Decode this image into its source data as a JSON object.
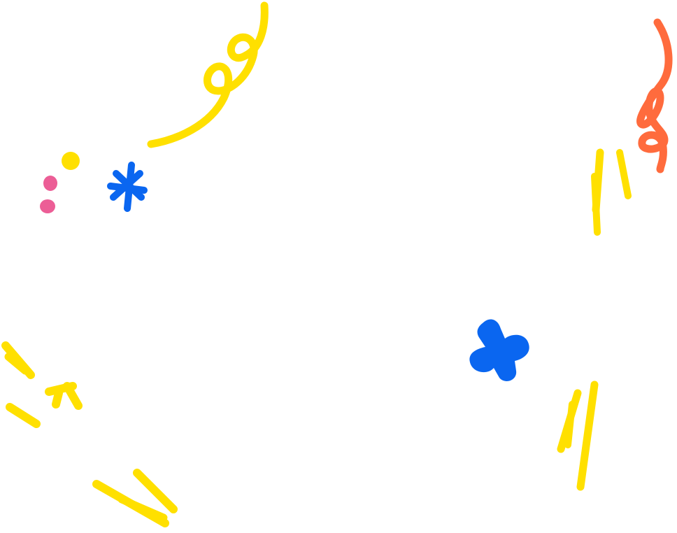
{
  "colors": {
    "background": "#ffffff",
    "yellow": "#ffe000",
    "orange": "#ff6b3d",
    "blue": "#0a66f0",
    "pink": "#ec5e96"
  },
  "shapes": [
    {
      "name": "yellow-curl-squiggle",
      "color": "yellow"
    },
    {
      "name": "orange-curl-squiggle",
      "color": "orange"
    },
    {
      "name": "yellow-dot",
      "color": "yellow"
    },
    {
      "name": "pink-dot-upper",
      "color": "pink"
    },
    {
      "name": "pink-dot-lower",
      "color": "pink"
    },
    {
      "name": "blue-asterisk",
      "color": "blue"
    },
    {
      "name": "yellow-lines-top-right",
      "color": "yellow"
    },
    {
      "name": "blue-blob-cross",
      "color": "blue"
    },
    {
      "name": "yellow-lines-bottom-right",
      "color": "yellow"
    },
    {
      "name": "yellow-dashes-left",
      "color": "yellow"
    },
    {
      "name": "yellow-arrow-mark",
      "color": "yellow"
    },
    {
      "name": "yellow-dashes-bottom-left",
      "color": "yellow"
    }
  ]
}
